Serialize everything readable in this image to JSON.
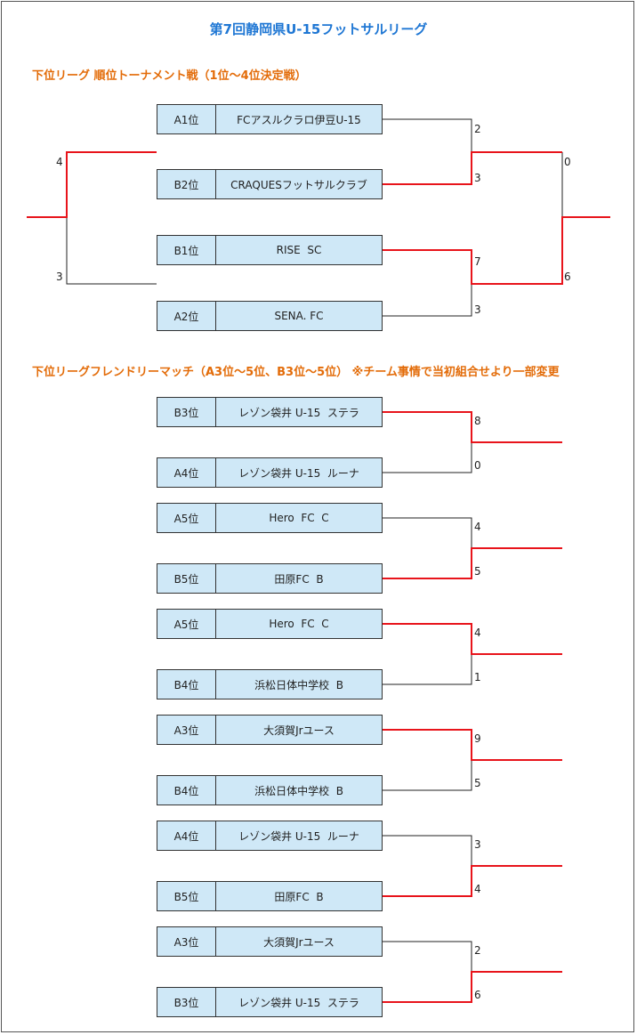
{
  "title": "第7回静岡県U-15フットサルリーグ",
  "tournament": {
    "heading": "下位リーグ 順位トーナメント戦（1位〜4位決定戦）",
    "slots": [
      {
        "seed": "A1位",
        "team": "FCアスルクラロ伊豆U-15"
      },
      {
        "seed": "B2位",
        "team": "CRAQUESフットサルクラブ"
      },
      {
        "seed": "B1位",
        "team": "RISE  SC"
      },
      {
        "seed": "A2位",
        "team": "SENA. FC"
      }
    ],
    "semi_scores": [
      "2",
      "3",
      "7",
      "3"
    ],
    "final_scores": [
      "0",
      "6"
    ],
    "third_scores": [
      "4",
      "3"
    ]
  },
  "friendly": {
    "heading": "下位リーグフレンドリーマッチ（A3位〜5位、B3位〜5位）  ※チーム事情で当初組合せより一部変更",
    "matches": [
      {
        "top": {
          "seed": "B3位",
          "team": "レゾン袋井 U-15  ステラ"
        },
        "bottom": {
          "seed": "A4位",
          "team": "レゾン袋井 U-15  ルーナ"
        },
        "scores": [
          "8",
          "0"
        ]
      },
      {
        "top": {
          "seed": "A5位",
          "team": "Hero  FC  C"
        },
        "bottom": {
          "seed": "B5位",
          "team": "田原FC  B"
        },
        "scores": [
          "4",
          "5"
        ]
      },
      {
        "top": {
          "seed": "A5位",
          "team": "Hero  FC  C"
        },
        "bottom": {
          "seed": "B4位",
          "team": "浜松日体中学校  B"
        },
        "scores": [
          "4",
          "1"
        ]
      },
      {
        "top": {
          "seed": "A3位",
          "team": "大須賀Jrユース"
        },
        "bottom": {
          "seed": "B4位",
          "team": "浜松日体中学校  B"
        },
        "scores": [
          "9",
          "5"
        ]
      },
      {
        "top": {
          "seed": "A4位",
          "team": "レゾン袋井 U-15  ルーナ"
        },
        "bottom": {
          "seed": "B5位",
          "team": "田原FC  B"
        },
        "scores": [
          "3",
          "4"
        ]
      },
      {
        "top": {
          "seed": "A3位",
          "team": "大須賀Jrユース"
        },
        "bottom": {
          "seed": "B3位",
          "team": "レゾン袋井 U-15  ステラ"
        },
        "scores": [
          "2",
          "6"
        ]
      }
    ]
  },
  "colors": {
    "win_line": "#e8141b",
    "line": "#222222",
    "box_fill": "#cfe8f7",
    "title": "#1f77d4",
    "heading": "#e36c09"
  }
}
